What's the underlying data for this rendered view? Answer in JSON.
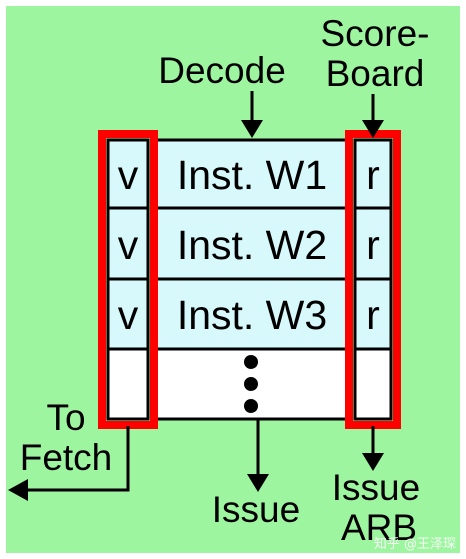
{
  "colors": {
    "background": "#9ef5a0",
    "cell_fill": "#d7f9fc",
    "highlight": "#ff0000",
    "line": "#000000"
  },
  "labels": {
    "decode": "Decode",
    "scoreboard_line1": "Score-",
    "scoreboard_line2": "Board",
    "to_fetch_line1": "To",
    "to_fetch_line2": "Fetch",
    "issue": "Issue",
    "issue_arb_line1": "Issue",
    "issue_arb_line2": "ARB",
    "watermark": "知乎 @王泽琛"
  },
  "rows": [
    {
      "valid": "v",
      "instruction": "Inst. W1",
      "ready": "r"
    },
    {
      "valid": "v",
      "instruction": "Inst. W2",
      "ready": "r"
    },
    {
      "valid": "v",
      "instruction": "Inst. W3",
      "ready": "r"
    }
  ],
  "more_rows_icon": "vertical-ellipsis"
}
